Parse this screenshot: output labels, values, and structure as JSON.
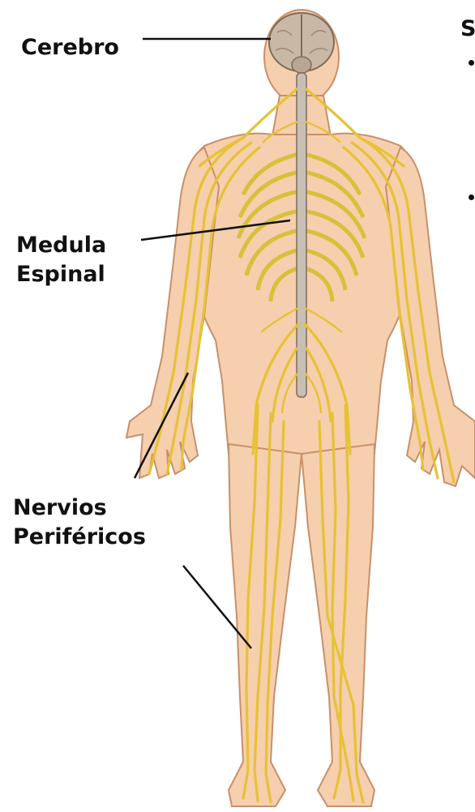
{
  "labels": {
    "cerebro": "Cerebro",
    "medula_line1": "Medula",
    "medula_line2": "Espinal",
    "nervios_line1": "Nervios",
    "nervios_line2": "Periféricos"
  },
  "right_partial": {
    "heading_fragment": "S"
  },
  "colors": {
    "skin": "#f6cfae",
    "skin_outline": "#c7906a",
    "nerve": "#e6c234",
    "nerve_outline": "#9a7a18",
    "brain": "#c9b8a6",
    "spine": "#c8bfb4",
    "leader_line": "#111111"
  },
  "icons": [
    "human-body-illustration",
    "brain-icon",
    "spinal-cord-icon",
    "rib-cage-icon"
  ]
}
